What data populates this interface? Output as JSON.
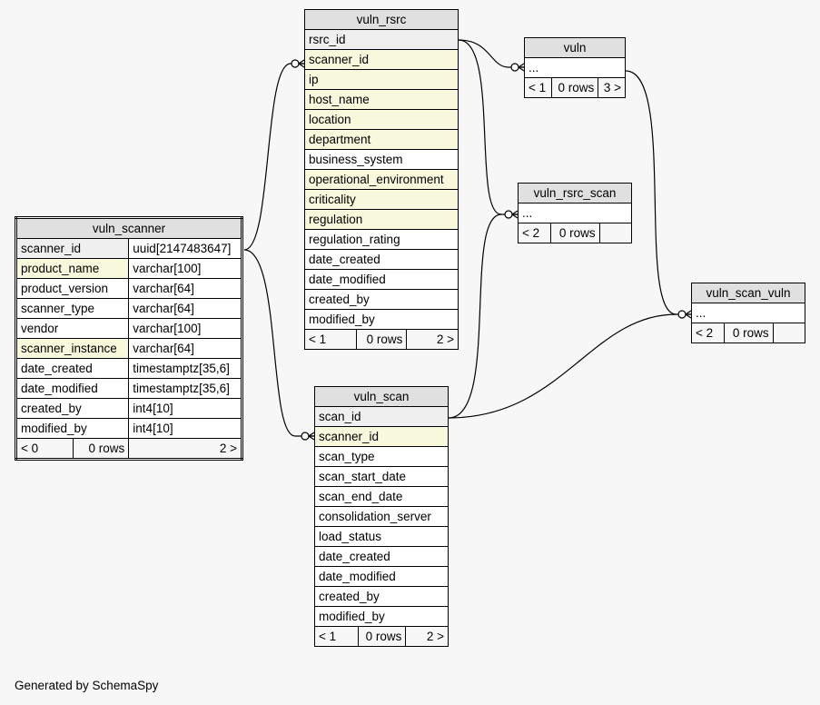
{
  "tables": {
    "vuln_scanner": {
      "name": "vuln_scanner",
      "columns": [
        {
          "name": "scanner_id",
          "type": "uuid[2147483647]",
          "kind": "pk"
        },
        {
          "name": "product_name",
          "type": "varchar[100]",
          "kind": "fk"
        },
        {
          "name": "product_version",
          "type": "varchar[64]",
          "kind": "plain"
        },
        {
          "name": "scanner_type",
          "type": "varchar[64]",
          "kind": "plain"
        },
        {
          "name": "vendor",
          "type": "varchar[100]",
          "kind": "plain"
        },
        {
          "name": "scanner_instance",
          "type": "varchar[64]",
          "kind": "fk"
        },
        {
          "name": "date_created",
          "type": "timestamptz[35,6]",
          "kind": "plain"
        },
        {
          "name": "date_modified",
          "type": "timestamptz[35,6]",
          "kind": "plain"
        },
        {
          "name": "created_by",
          "type": "int4[10]",
          "kind": "plain"
        },
        {
          "name": "modified_by",
          "type": "int4[10]",
          "kind": "plain"
        }
      ],
      "footer": {
        "parents": "< 0",
        "rows": "0 rows",
        "children": "2 >"
      }
    },
    "vuln_rsrc": {
      "name": "vuln_rsrc",
      "columns": [
        {
          "name": "rsrc_id",
          "kind": "pk"
        },
        {
          "name": "scanner_id",
          "kind": "fk"
        },
        {
          "name": "ip",
          "kind": "fk"
        },
        {
          "name": "host_name",
          "kind": "fk"
        },
        {
          "name": "location",
          "kind": "fk"
        },
        {
          "name": "department",
          "kind": "fk"
        },
        {
          "name": "business_system",
          "kind": "plain"
        },
        {
          "name": "operational_environment",
          "kind": "fk"
        },
        {
          "name": "criticality",
          "kind": "fk"
        },
        {
          "name": "regulation",
          "kind": "fk"
        },
        {
          "name": "regulation_rating",
          "kind": "plain"
        },
        {
          "name": "date_created",
          "kind": "plain"
        },
        {
          "name": "date_modified",
          "kind": "plain"
        },
        {
          "name": "created_by",
          "kind": "plain"
        },
        {
          "name": "modified_by",
          "kind": "plain"
        }
      ],
      "footer": {
        "parents": "< 1",
        "rows": "0 rows",
        "children": "2 >"
      }
    },
    "vuln_scan": {
      "name": "vuln_scan",
      "columns": [
        {
          "name": "scan_id",
          "kind": "pk"
        },
        {
          "name": "scanner_id",
          "kind": "fk"
        },
        {
          "name": "scan_type",
          "kind": "plain"
        },
        {
          "name": "scan_start_date",
          "kind": "plain"
        },
        {
          "name": "scan_end_date",
          "kind": "plain"
        },
        {
          "name": "consolidation_server",
          "kind": "plain"
        },
        {
          "name": "load_status",
          "kind": "plain"
        },
        {
          "name": "date_created",
          "kind": "plain"
        },
        {
          "name": "date_modified",
          "kind": "plain"
        },
        {
          "name": "created_by",
          "kind": "plain"
        },
        {
          "name": "modified_by",
          "kind": "plain"
        }
      ],
      "footer": {
        "parents": "< 1",
        "rows": "0 rows",
        "children": "2 >"
      }
    },
    "vuln": {
      "name": "vuln",
      "columns": [
        {
          "name": "...",
          "kind": "plain"
        }
      ],
      "footer": {
        "parents": "< 1",
        "rows": "0 rows",
        "children": "3 >"
      }
    },
    "vuln_rsrc_scan": {
      "name": "vuln_rsrc_scan",
      "columns": [
        {
          "name": "...",
          "kind": "plain"
        }
      ],
      "footer": {
        "parents": "< 2",
        "rows": "0 rows",
        "children": ""
      }
    },
    "vuln_scan_vuln": {
      "name": "vuln_scan_vuln",
      "columns": [
        {
          "name": "...",
          "kind": "plain"
        }
      ],
      "footer": {
        "parents": "< 2",
        "rows": "0 rows",
        "children": ""
      }
    }
  },
  "relationships": [
    {
      "from": "vuln_scanner.scanner_id",
      "to": "vuln_rsrc.scanner_id",
      "cardinality": "zero-or-many"
    },
    {
      "from": "vuln_scanner.scanner_id",
      "to": "vuln_scan.scanner_id",
      "cardinality": "zero-or-many"
    },
    {
      "from": "vuln_rsrc.rsrc_id",
      "to": "vuln",
      "cardinality": "zero-or-many"
    },
    {
      "from": "vuln_rsrc.rsrc_id",
      "to": "vuln_rsrc_scan",
      "cardinality": "zero-or-many"
    },
    {
      "from": "vuln_scan.scan_id",
      "to": "vuln_rsrc_scan",
      "cardinality": "zero-or-many"
    },
    {
      "from": "vuln_scan.scan_id",
      "to": "vuln_scan_vuln",
      "cardinality": "zero-or-many"
    },
    {
      "from": "vuln",
      "to": "vuln_scan_vuln",
      "cardinality": "zero-or-many"
    }
  ],
  "colors": {
    "background": "#f7f7f7",
    "header": "#e0e0e0",
    "primary_key": "#efefef",
    "foreign_key": "#f8f8dc",
    "plain": "#ffffff"
  },
  "footer_text": "Generated by SchemaSpy"
}
